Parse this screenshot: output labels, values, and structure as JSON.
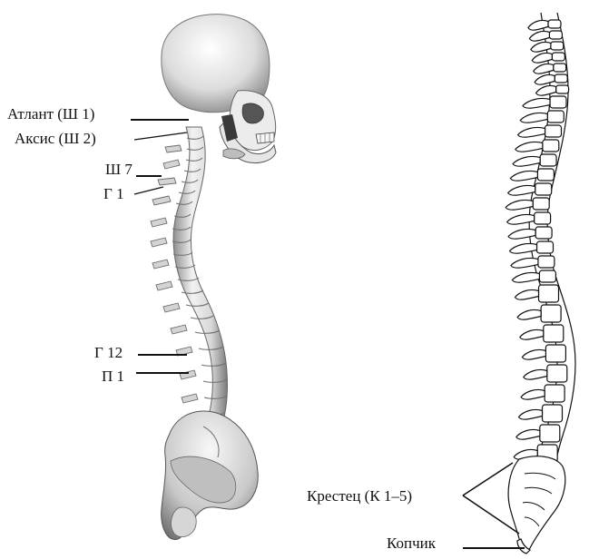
{
  "labels": {
    "atlas": "Атлант (Ш 1)",
    "axis": "Аксис (Ш 2)",
    "c7": "Ш 7",
    "t1": "Г 1",
    "t12": "Г 12",
    "l1": "П 1",
    "sacrum": "Крестец (К 1–5)",
    "coccyx": "Копчик"
  }
}
